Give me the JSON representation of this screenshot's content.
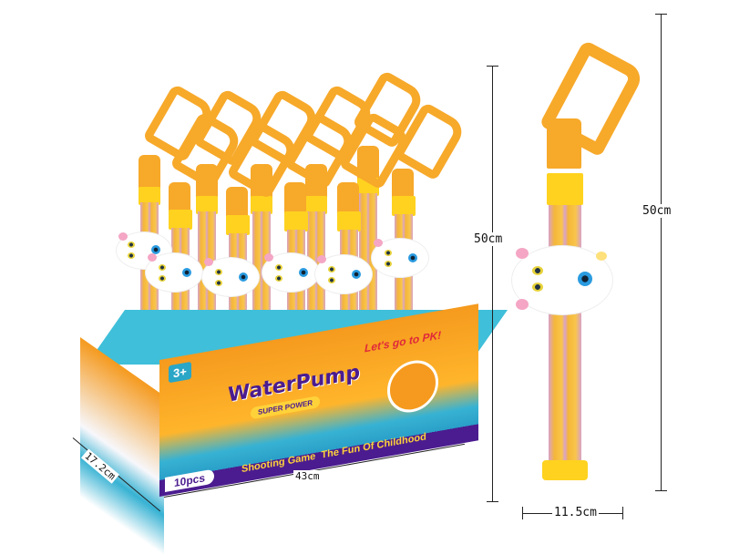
{
  "product": {
    "name": "WaterPump",
    "subtitle": "Super Power",
    "age_badge": "3+",
    "slogan": "Let's go to PK!",
    "tagline": "Shooting Game  The Fun Of Childhood",
    "quantity": "10pcs",
    "units_in_box": 10
  },
  "dimensions": {
    "box_length": "43cm",
    "box_depth": "17.2cm",
    "box_height": "50cm",
    "toy_height": "50cm",
    "toy_width": "11.5cm"
  },
  "colors": {
    "handle_orange": "#f7a92a",
    "collar_yellow": "#ffd21f",
    "box_teal": "#3fbfd9",
    "box_orange": "#f59a1e",
    "brand_purple": "#4b1c8f",
    "slogan_red": "#e0283a",
    "tube_pink": "#d9a3c8"
  }
}
